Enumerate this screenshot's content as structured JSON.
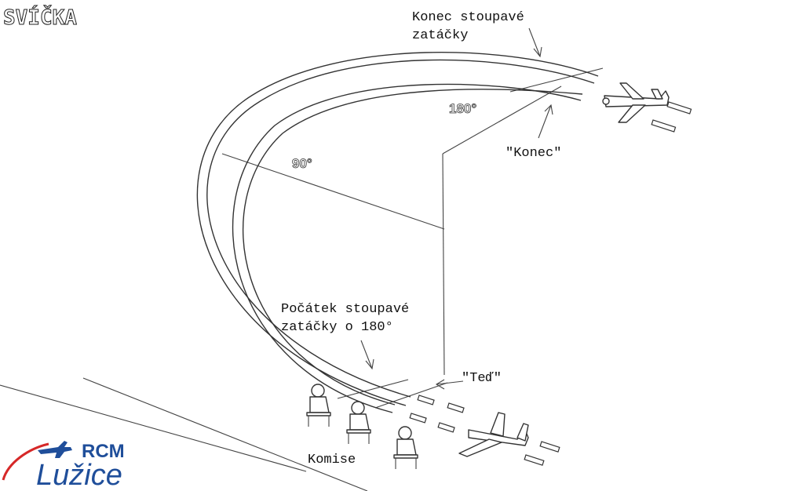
{
  "title": "SVÍČKA",
  "labels": {
    "end_turn_line1": "Konec stoupavé",
    "end_turn_line2": "zatáčky",
    "end_call": "\"Konec\"",
    "start_turn_line1": "Počátek stoupavé",
    "start_turn_line2": "zatáčky o 180°",
    "now_call": "\"Teď\"",
    "judges": "Komise",
    "deg_180": "180°",
    "deg_90": "90°"
  },
  "logo": {
    "brand": "RCM",
    "city": "Lužice",
    "color": "#1f4e9a",
    "accent": "#d62828",
    "icon": "airplane-icon"
  },
  "colors": {
    "ink": "#333333",
    "background": "#ffffff"
  }
}
